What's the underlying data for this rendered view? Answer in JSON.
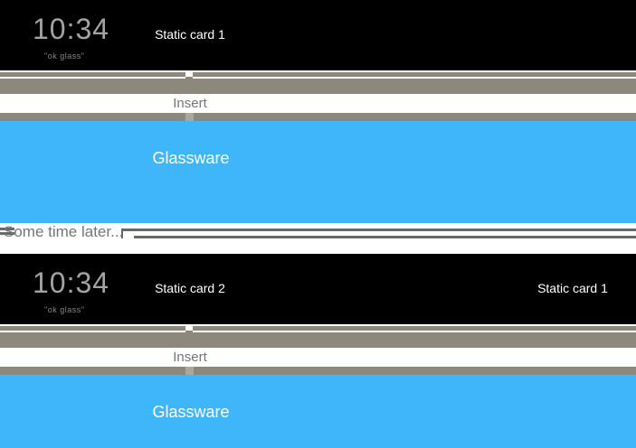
{
  "colors": {
    "card_background": "#000000",
    "timeline_bar": "#8c887c",
    "insert_tab_highlight": "#aaa79c",
    "glassware_blue": "#3eb6f9",
    "divider_line": "#696969",
    "label_text": "#757575",
    "clock_text": "#a3a3a3",
    "card_label_text": "#ffffff"
  },
  "sections": [
    {
      "clock": {
        "time": "10:34",
        "hint": "\"ok glass\""
      },
      "cards": [
        {
          "label": "Static card 1"
        }
      ],
      "insert_label": "Insert",
      "glassware_label": "Glassware"
    },
    {
      "clock": {
        "time": "10:34",
        "hint": "\"ok glass\""
      },
      "cards": [
        {
          "label": "Static card 2"
        },
        {
          "label": "Static card 1"
        }
      ],
      "insert_label": "Insert",
      "glassware_label": "Glassware"
    }
  ],
  "divider": {
    "text": "Some time later..."
  }
}
